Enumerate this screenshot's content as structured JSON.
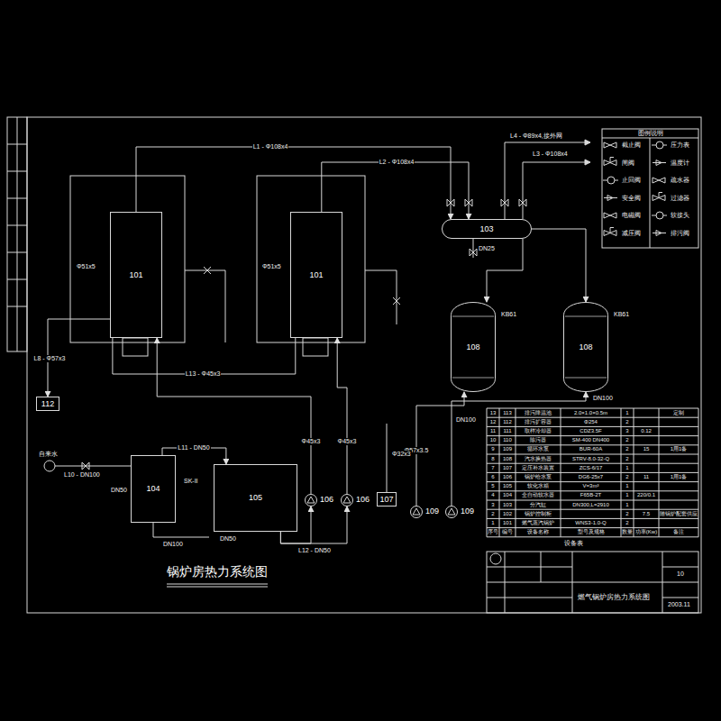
{
  "diagram": {
    "title": "锅炉房热力系统图",
    "nodes": [
      {
        "text": [
          "101"
        ]
      },
      {
        "text": [
          "101"
        ]
      },
      {
        "text": [
          "103"
        ]
      },
      {
        "text": [
          "108"
        ]
      },
      {
        "text": [
          "108"
        ]
      },
      {
        "text": [
          "104"
        ]
      },
      {
        "text": [
          "105"
        ]
      },
      {
        "text": [
          "106"
        ]
      },
      {
        "text": [
          "106"
        ]
      },
      {
        "text": [
          "107"
        ]
      },
      {
        "text": [
          "109"
        ]
      },
      {
        "text": [
          "109"
        ]
      },
      {
        "text": [
          "112"
        ]
      }
    ],
    "edges": [
      {
        "from": 0,
        "to": 2,
        "arrow": "to",
        "label": "L1 - Φ108x4"
      },
      {
        "from": 1,
        "to": 2,
        "arrow": "to",
        "label": "L2 - Φ108x4"
      },
      {
        "from": 2,
        "to": 3,
        "arrow": "to"
      },
      {
        "from": 2,
        "to": 4,
        "arrow": "to"
      },
      {
        "from": 5,
        "to": 6,
        "arrow": "to",
        "label": "L11 - DN50"
      },
      {
        "from": 6,
        "to": 7,
        "arrow": "to"
      },
      {
        "from": 6,
        "to": 8,
        "arrow": "to"
      },
      {
        "from": 7,
        "to": 0,
        "arrow": "to",
        "label": "Φ45x3"
      },
      {
        "from": 8,
        "to": 1,
        "arrow": "to",
        "label": "Φ45x3"
      },
      {
        "from": 10,
        "to": 3,
        "arrow": "to",
        "label": "Φ57x3.5"
      },
      {
        "from": 11,
        "to": 4,
        "arrow": "to"
      },
      {
        "from": 0,
        "to": 12,
        "arrow": "to",
        "label": "L8 - Φ57x3"
      },
      {
        "from": 1,
        "to": 0,
        "arrow": "none",
        "label": "L13 - Φ45x3"
      }
    ],
    "labels": [
      "L4 - Φ89x4,接外网",
      "L3 - Φ108x4",
      "Φ51x5",
      "Φ51x5",
      "DN25",
      "KB61",
      "KB61",
      "自来水",
      "L10 - DN100",
      "DN50",
      "SK-II",
      "DN100",
      "DN50",
      "L12 - DN50",
      "Φ32x3",
      "DN100",
      "DN100",
      "图例说明",
      "13",
      "113",
      "排污降温池",
      "2.0×1.0×0.5m",
      "1",
      "定制",
      "12",
      "112",
      "排污扩容器",
      "Φ254",
      "2",
      "11",
      "111",
      "取样冷却器",
      "CDZ3.5F",
      "3",
      "0.12",
      "10",
      "110",
      "除污器",
      "SM-400 DN400",
      "2",
      "9",
      "109",
      "循环水泵",
      "BUR-60A",
      "2",
      "15",
      "1用1备",
      "8",
      "108",
      "汽水换热器",
      "STRV-8.0-32-Q",
      "2",
      "7",
      "107",
      "定压补水装置",
      "ZCS-6/17",
      "1",
      "6",
      "106",
      "锅炉给水泵",
      "DG6-25x7",
      "2",
      "11",
      "1用1备",
      "5",
      "105",
      "软化水箱",
      "V=3m³",
      "1",
      "4",
      "104",
      "全自动软水器",
      "F65B-2T",
      "1",
      "220/0.1",
      "3",
      "103",
      "分汽缸",
      "DN300,L=2910",
      "1",
      "2",
      "102",
      "锅炉控制柜",
      "2",
      "7.5",
      "随锅炉配套供应",
      "1",
      "101",
      "燃气蒸汽锅炉",
      "WNS3-1.0-Q",
      "2",
      "序号",
      "编号",
      "设备名称",
      "型号及规格",
      "数量",
      "功率(Kw)",
      "备注",
      "设备表",
      "燃气锅炉房热力系统图",
      "10",
      "2003.11"
    ],
    "legend": [
      {
        "text": "截止阀"
      },
      {
        "text": "闸阀"
      },
      {
        "text": "止回阀"
      },
      {
        "text": "安全阀"
      },
      {
        "text": "电磁阀"
      },
      {
        "text": "减压阀"
      },
      {
        "text": "压力表"
      },
      {
        "text": "温度计"
      },
      {
        "text": "疏水器"
      },
      {
        "text": "过滤器"
      },
      {
        "text": "软接头"
      },
      {
        "text": "排污阀"
      }
    ]
  }
}
